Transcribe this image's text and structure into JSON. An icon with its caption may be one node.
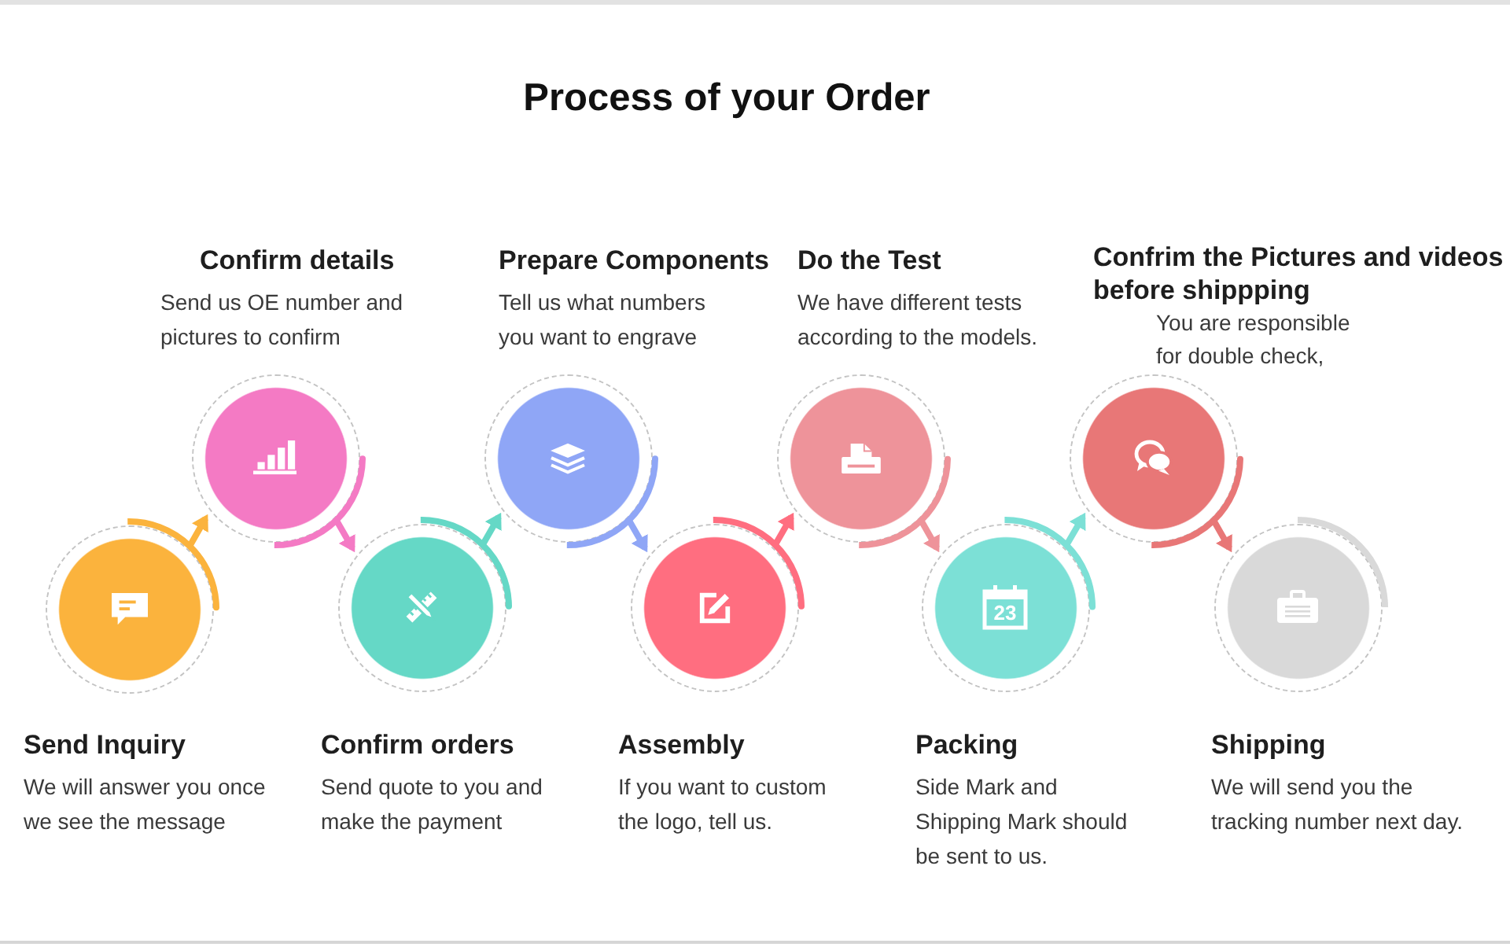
{
  "diagram": {
    "title": "Process of your Order",
    "nodes": [
      {
        "text": [
          "Send Inquiry",
          "We will answer you once we see the message"
        ]
      },
      {
        "text": [
          "Confirm details",
          "Send us OE number and pictures to confirm"
        ]
      },
      {
        "text": [
          "Confirm orders",
          "Send quote to you and make the payment"
        ]
      },
      {
        "text": [
          "Prepare Components",
          "Tell us what numbers you want to engrave"
        ]
      },
      {
        "text": [
          "Assembly",
          "If you want to custom the logo, tell us."
        ]
      },
      {
        "text": [
          "Do the Test",
          "We have different tests according to the models."
        ]
      },
      {
        "text": [
          "23",
          "Packing",
          "Side Mark and Shipping Mark should be sent to us."
        ]
      },
      {
        "text": [
          "Confrim the Pictures and videos before shippping",
          "You are responsible for double check,"
        ]
      },
      {
        "text": [
          "Shipping",
          "We will send you the tracking number next day."
        ]
      }
    ],
    "edges": [
      {
        "from": 0,
        "to": 1,
        "arrow": "to",
        "color": "#fbb33d"
      },
      {
        "from": 1,
        "to": 2,
        "arrow": "to",
        "color": "#f47ac4"
      },
      {
        "from": 2,
        "to": 3,
        "arrow": "to",
        "color": "#65d8c6"
      },
      {
        "from": 3,
        "to": 4,
        "arrow": "to",
        "color": "#8fa6f6"
      },
      {
        "from": 4,
        "to": 5,
        "arrow": "to",
        "color": "#ff6e80"
      },
      {
        "from": 5,
        "to": 6,
        "arrow": "to",
        "color": "#ee939a"
      },
      {
        "from": 6,
        "to": 7,
        "arrow": "to",
        "color": "#7ce0d6"
      },
      {
        "from": 7,
        "to": 8,
        "arrow": "to",
        "color": "#e87777"
      }
    ]
  }
}
